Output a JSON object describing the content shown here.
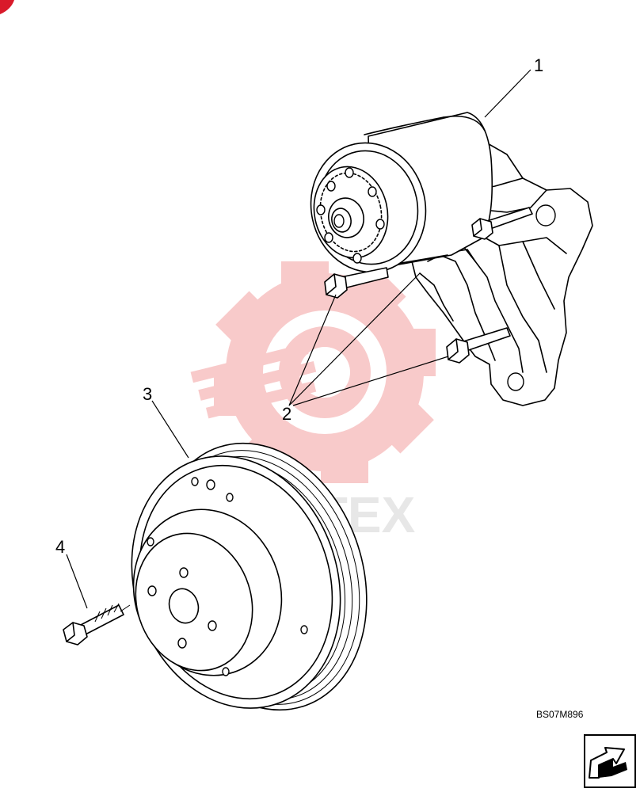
{
  "callouts": {
    "item_1": "1",
    "item_2": "2",
    "item_3": "3",
    "item_4": "4"
  },
  "drawing_code": "BS07M896",
  "watermark": {
    "text": "MATEX",
    "color": "#f4a0a0"
  },
  "nav_icon": "next-page-arrow-icon",
  "corner_icon": "red-corner-mark-icon",
  "colors": {
    "line": "#000000",
    "background": "#ffffff",
    "watermark_gear": "#f4a0a0"
  }
}
